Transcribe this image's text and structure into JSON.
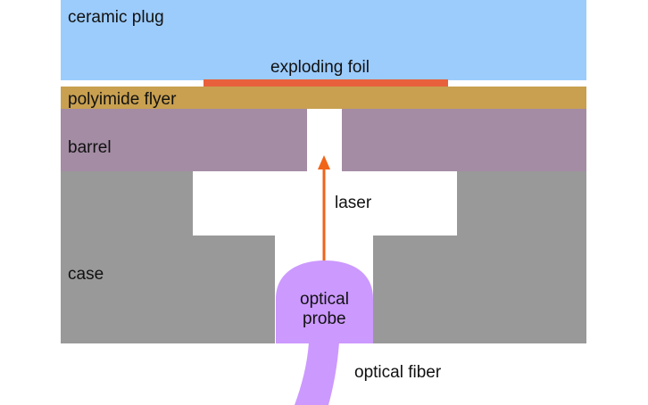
{
  "labels": {
    "ceramic_plug": "ceramic plug",
    "exploding_foil": "exploding foil",
    "polyimide_flyer": "polyimide flyer",
    "barrel": "barrel",
    "laser": "laser",
    "case": "case",
    "optical_probe_line1": "optical",
    "optical_probe_line2": "probe",
    "optical_fiber": "optical fiber"
  },
  "colors": {
    "ceramic_plug": "#9cccfc",
    "exploding_foil": "#e8603c",
    "polyimide_flyer": "#c8a050",
    "barrel": "#a48ca4",
    "case": "#999999",
    "optical_probe": "#cc99ff",
    "laser_arrow": "#f06418",
    "background": "#ffffff"
  }
}
